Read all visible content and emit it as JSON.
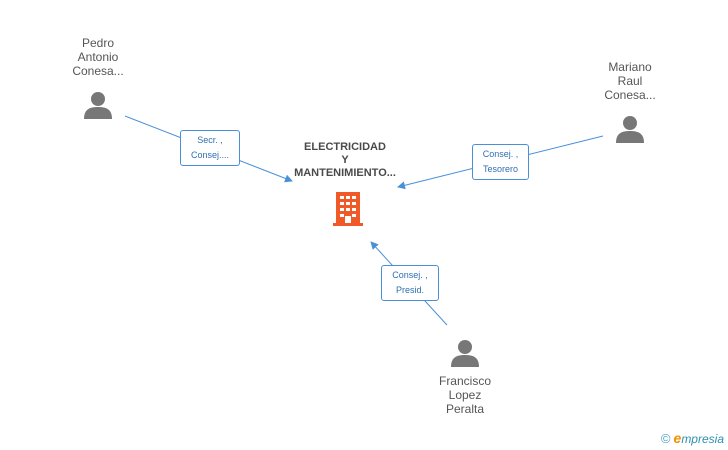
{
  "company": {
    "name_lines": [
      "ELECTRICIDAD",
      "Y",
      "MANTENIMIENTO..."
    ]
  },
  "people": [
    {
      "id": "pedro",
      "name_lines": [
        "Pedro",
        "Antonio",
        "Conesa..."
      ]
    },
    {
      "id": "mariano",
      "name_lines": [
        "Mariano",
        "Raul",
        "Conesa..."
      ]
    },
    {
      "id": "francisco",
      "name_lines": [
        "Francisco",
        "Lopez",
        "Peralta"
      ]
    }
  ],
  "roles": [
    {
      "person": "pedro",
      "lines": [
        "Secr. ,",
        "Consej...."
      ]
    },
    {
      "person": "mariano",
      "lines": [
        "Consej. ,",
        "Tesorero"
      ]
    },
    {
      "person": "francisco",
      "lines": [
        "Consej. ,",
        "Presid."
      ]
    }
  ],
  "credit": {
    "symbol": "©",
    "brand_initial": "e",
    "brand_rest": "mpresia"
  },
  "colors": {
    "edge": "#4a90d9",
    "building": "#f05a28",
    "person_icon": "#777777"
  },
  "icons": {
    "person": "person-icon",
    "company": "building-icon"
  }
}
